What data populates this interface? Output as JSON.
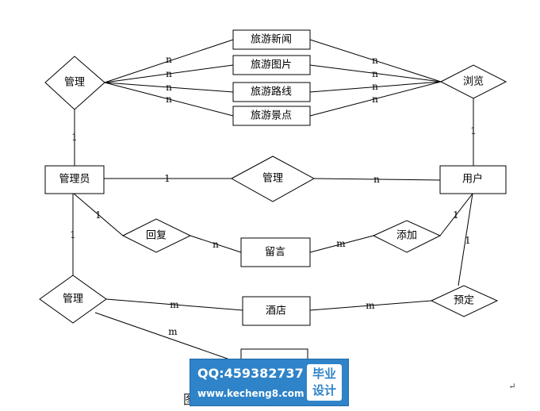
{
  "entities": {
    "news": "旅游新闻",
    "pictures": "旅游图片",
    "routes": "旅游路线",
    "spots": "旅游景点",
    "admin": "管理员",
    "user": "用户",
    "message": "留言",
    "hotel": "酒店"
  },
  "relationships": {
    "manage_top": "管理",
    "browse": "浏览",
    "manage_mid": "管理",
    "reply": "回复",
    "add": "添加",
    "manage_bottom": "管理",
    "book": "预定"
  },
  "cardinality": {
    "one": "1",
    "many_n": "n",
    "many_m": "m"
  },
  "watermark": {
    "qq": "QQ:459382737",
    "url": "www.kecheng8.com",
    "badge_line1": "毕业",
    "badge_line2": "设计"
  },
  "caption_fragment": "图",
  "return_mark": "↵"
}
